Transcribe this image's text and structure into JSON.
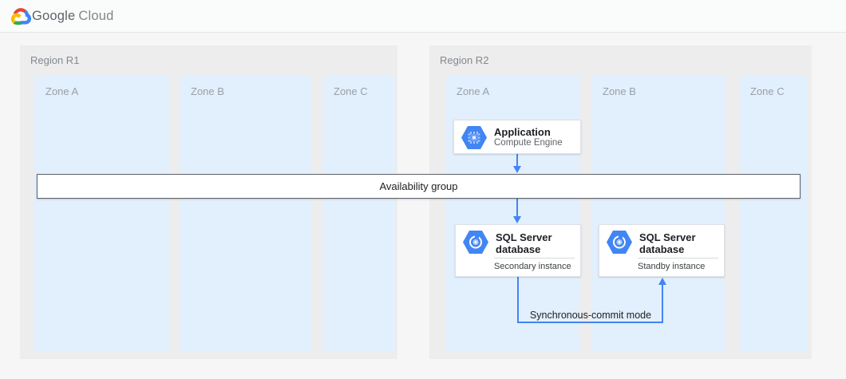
{
  "header": {
    "brand": {
      "google": "Google",
      "cloud": "Cloud"
    },
    "logo_icon": "google-cloud-logo"
  },
  "regions": [
    {
      "label": "Region R1",
      "zones": [
        {
          "label": "Zone A"
        },
        {
          "label": "Zone B"
        },
        {
          "label": "Zone C"
        }
      ]
    },
    {
      "label": "Region R2",
      "zones": [
        {
          "label": "Zone A"
        },
        {
          "label": "Zone B"
        },
        {
          "label": "Zone C"
        }
      ]
    }
  ],
  "cards": {
    "application": {
      "title": "Application",
      "subtitle": "Compute Engine",
      "icon": "compute-engine-icon"
    },
    "sql_secondary": {
      "title": "SQL Server database",
      "caption": "Secondary instance",
      "icon": "cloud-sql-icon"
    },
    "sql_standby": {
      "title": "SQL Server database",
      "caption": "Standby instance",
      "icon": "cloud-sql-icon"
    }
  },
  "availability_group": {
    "label": "Availability group"
  },
  "connections": {
    "app_to_group": "arrow-down",
    "group_to_secondary": "arrow-down",
    "secondary_to_standby": "elbow-arrow-up",
    "sync_commit_label": "Synchronous-commit mode"
  },
  "colors": {
    "arrow": "#4285f4",
    "zone_fill": "#e2effc",
    "region_fill": "#ededee",
    "page_bg": "#f6f6f7",
    "hexagon": "#4285f4",
    "availability_border": "#5f6368"
  }
}
